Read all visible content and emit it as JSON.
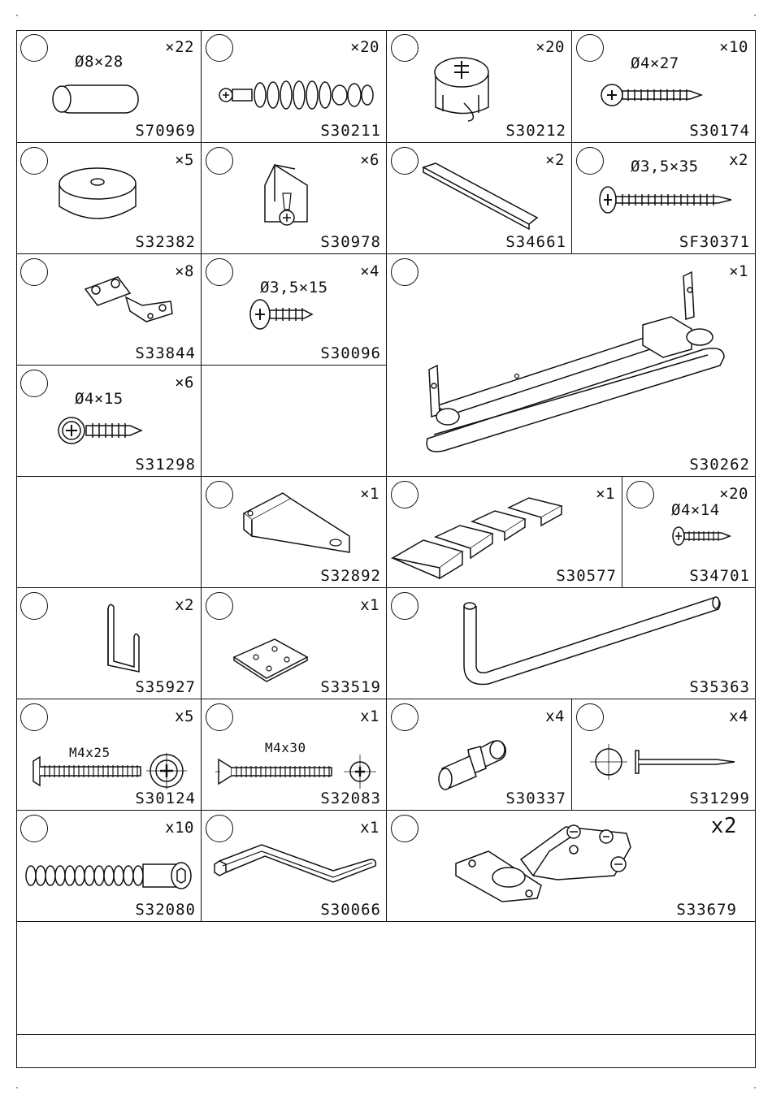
{
  "parts": [
    {
      "qty": "×22",
      "dim": "Ø8×28",
      "code": "S70969",
      "icon": "dowel-icon"
    },
    {
      "qty": "×20",
      "dim": "",
      "code": "S30211",
      "icon": "connector-bolt-icon"
    },
    {
      "qty": "×20",
      "dim": "",
      "code": "S30212",
      "icon": "cam-lock-icon"
    },
    {
      "qty": "×10",
      "dim": "Ø4×27",
      "code": "S30174",
      "icon": "screw-icon"
    },
    {
      "qty": "×5",
      "dim": "",
      "code": "S32382",
      "icon": "round-pad-icon"
    },
    {
      "qty": "×6",
      "dim": "",
      "code": "S30978",
      "icon": "corner-block-icon"
    },
    {
      "qty": "×2",
      "dim": "",
      "code": "S34661",
      "icon": "strip-icon"
    },
    {
      "qty": "x2",
      "dim": "Ø3,5×35",
      "code": "SF30371",
      "icon": "screw-icon"
    },
    {
      "qty": "×8",
      "dim": "",
      "code": "S33844",
      "icon": "small-hinge-icon"
    },
    {
      "qty": "×4",
      "dim": "Ø3,5×15",
      "code": "S30096",
      "icon": "screw-icon"
    },
    {
      "qty": "×1",
      "dim": "",
      "code": "S30262",
      "icon": "drawer-runner-icon"
    },
    {
      "qty": "×6",
      "dim": "Ø4×15",
      "code": "S31298",
      "icon": "screw-icon"
    },
    {
      "qty": "×1",
      "dim": "",
      "code": "S32892",
      "icon": "angle-bracket-icon"
    },
    {
      "qty": "×1",
      "dim": "",
      "code": "S30577",
      "icon": "wedge-shims-icon"
    },
    {
      "qty": "×20",
      "dim": "Ø4×14",
      "code": "S34701",
      "icon": "screw-icon"
    },
    {
      "qty": "x2",
      "dim": "",
      "code": "S35927",
      "icon": "hook-icon"
    },
    {
      "qty": "x1",
      "dim": "",
      "code": "S33519",
      "icon": "square-plate-icon"
    },
    {
      "qty": "",
      "dim": "",
      "code": "S35363",
      "icon": "allen-key-icon"
    },
    {
      "qty": "x5",
      "dim": "M4x25",
      "code": "S30124",
      "icon": "machine-screw-icon"
    },
    {
      "qty": "x1",
      "dim": "M4x30",
      "code": "S32083",
      "icon": "machine-screw-icon"
    },
    {
      "qty": "x4",
      "dim": "",
      "code": "S30337",
      "icon": "shelf-pin-icon"
    },
    {
      "qty": "x4",
      "dim": "",
      "code": "S31299",
      "icon": "nail-icon"
    },
    {
      "qty": "x10",
      "dim": "",
      "code": "S32080",
      "icon": "hex-bolt-icon"
    },
    {
      "qty": "x1",
      "dim": "",
      "code": "S30066",
      "icon": "crank-key-icon"
    },
    {
      "qty": "x2",
      "dim": "",
      "code": "S33679",
      "icon": "cabinet-hinge-icon"
    }
  ]
}
